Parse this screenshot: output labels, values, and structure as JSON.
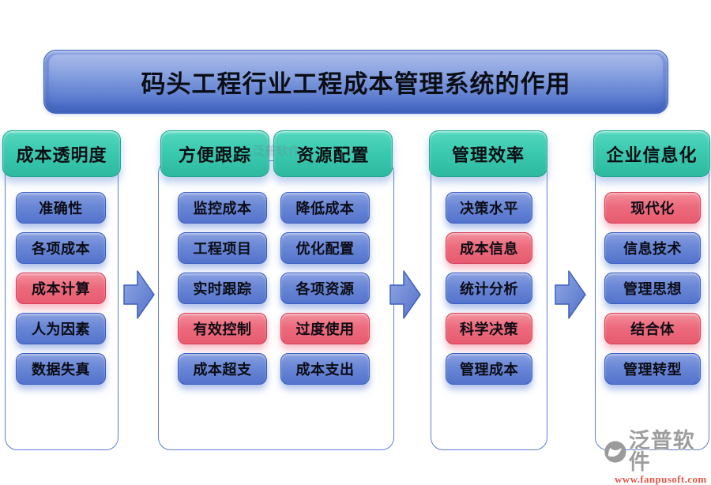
{
  "title": "码头工程行业工程成本管理系统的作用",
  "groups": [
    {
      "header": "成本透明度",
      "items": [
        {
          "label": "准确性",
          "variant": "blue"
        },
        {
          "label": "各项成本",
          "variant": "blue"
        },
        {
          "label": "成本计算",
          "variant": "red"
        },
        {
          "label": "人为因素",
          "variant": "blue"
        },
        {
          "label": "数据失真",
          "variant": "blue"
        }
      ]
    },
    {
      "header": "方便跟踪",
      "items": [
        {
          "label": "监控成本",
          "variant": "blue"
        },
        {
          "label": "工程项目",
          "variant": "blue"
        },
        {
          "label": "实时跟踪",
          "variant": "blue"
        },
        {
          "label": "有效控制",
          "variant": "red"
        },
        {
          "label": "成本超支",
          "variant": "blue"
        }
      ]
    },
    {
      "header": "资源配置",
      "items": [
        {
          "label": "降低成本",
          "variant": "blue"
        },
        {
          "label": "优化配置",
          "variant": "blue"
        },
        {
          "label": "各项资源",
          "variant": "blue"
        },
        {
          "label": "过度使用",
          "variant": "red"
        },
        {
          "label": "成本支出",
          "variant": "blue"
        }
      ]
    },
    {
      "header": "管理效率",
      "items": [
        {
          "label": "决策水平",
          "variant": "blue"
        },
        {
          "label": "成本信息",
          "variant": "red"
        },
        {
          "label": "统计分析",
          "variant": "blue"
        },
        {
          "label": "科学决策",
          "variant": "red"
        },
        {
          "label": "管理成本",
          "variant": "blue"
        }
      ]
    },
    {
      "header": "企业信息化",
      "items": [
        {
          "label": "现代化",
          "variant": "red"
        },
        {
          "label": "信息技术",
          "variant": "blue"
        },
        {
          "label": "管理思想",
          "variant": "blue"
        },
        {
          "label": "结合体",
          "variant": "red"
        },
        {
          "label": "管理转型",
          "variant": "blue"
        }
      ]
    }
  ],
  "logo": {
    "brand": "泛普软件",
    "url": "www.fanpusoft.com"
  },
  "colors": {
    "header_teal": "#3bcab0",
    "item_blue": "#6987d6",
    "item_red": "#ec6b7d",
    "banner_blue": "#7391da",
    "panel_border_blue": "#5b7ed2",
    "arrow_blue": "#6584d2",
    "logo_gray": "#9e9e9e",
    "logo_url_red": "#e05848"
  }
}
